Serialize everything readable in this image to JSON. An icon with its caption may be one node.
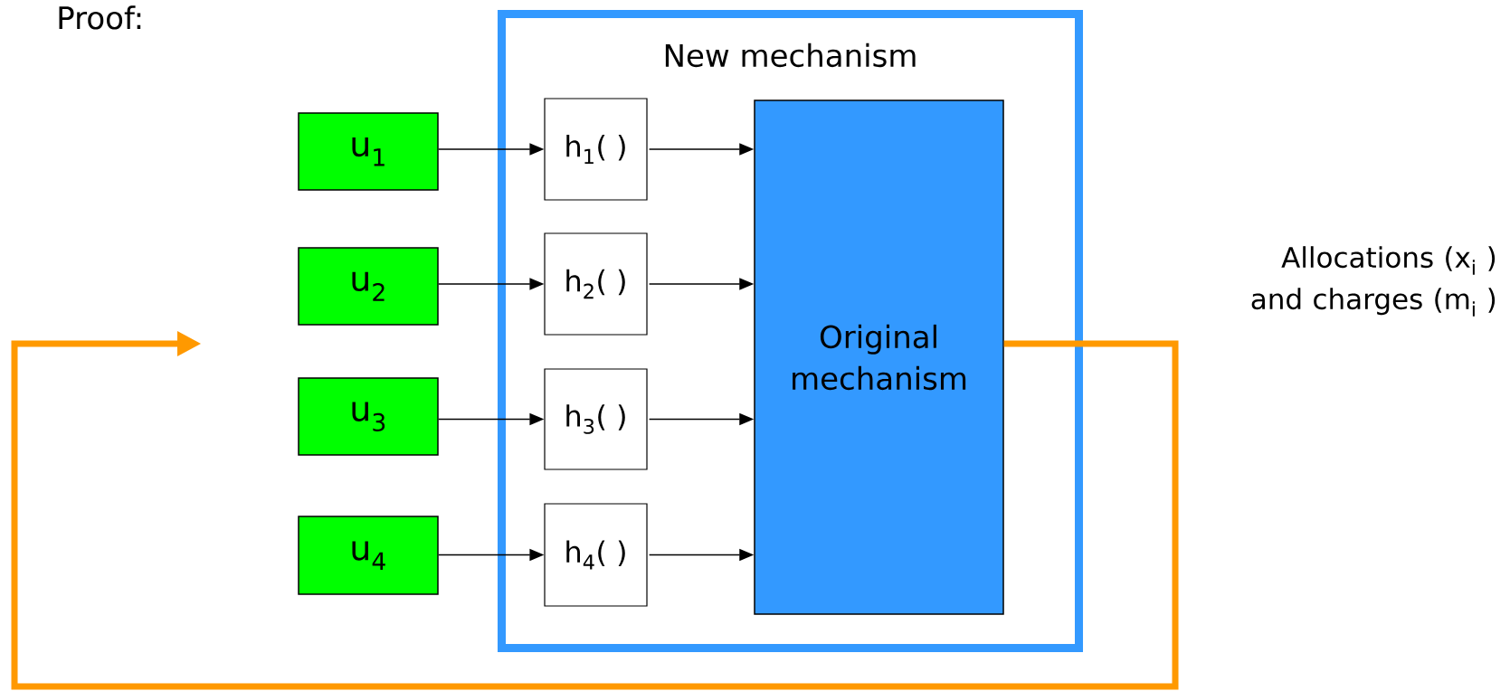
{
  "diagram": {
    "nodes": [
      {
        "text": [
          "New mechanism"
        ]
      },
      {
        "text": [
          "u$_{1}$"
        ]
      },
      {
        "text": [
          "u$_{2}$"
        ]
      },
      {
        "text": [
          "u$_{3}$"
        ]
      },
      {
        "text": [
          "u$_{4}$"
        ]
      },
      {
        "text": [
          "h$_{1}$( )"
        ],
        "in": 0
      },
      {
        "text": [
          "h$_{2}$( )"
        ],
        "in": 0
      },
      {
        "text": [
          "h$_{3}$( )"
        ],
        "in": 0
      },
      {
        "text": [
          "h$_{4}$( )"
        ],
        "in": 0
      },
      {
        "text": [
          "Original mechanism"
        ],
        "in": 0
      }
    ],
    "edges": [
      {
        "from": 1,
        "to": 5,
        "arrow": "to"
      },
      {
        "from": 2,
        "to": 6,
        "arrow": "to"
      },
      {
        "from": 3,
        "to": 7,
        "arrow": "to"
      },
      {
        "from": 4,
        "to": 8,
        "arrow": "to"
      },
      {
        "from": 5,
        "to": 9,
        "arrow": "to"
      },
      {
        "from": 6,
        "to": 9,
        "arrow": "to"
      },
      {
        "from": 7,
        "to": 9,
        "arrow": "to"
      },
      {
        "from": 8,
        "to": 9,
        "arrow": "to"
      },
      {
        "from": 9,
        "to": null,
        "arrow": "to",
        "style": "thick",
        "color": "#ff9900"
      }
    ],
    "labels": [
      "Proof:",
      "Allocations (x$_{i}$ ) and charges (m$_{i}$ )"
    ]
  }
}
